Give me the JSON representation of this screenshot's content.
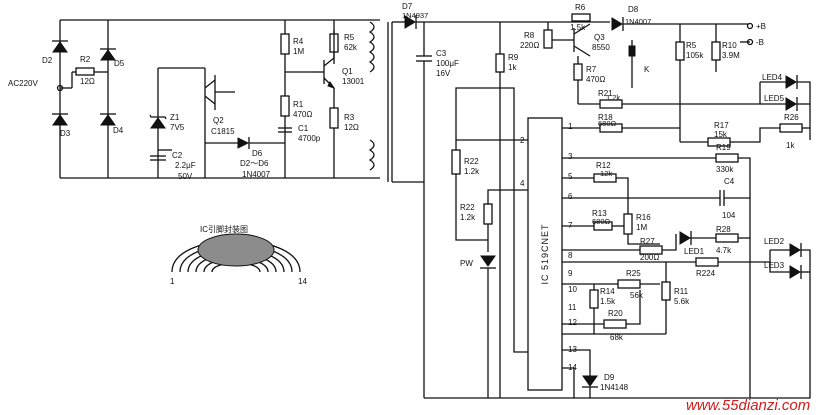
{
  "input": {
    "label": "AC220V"
  },
  "bridge": {
    "d2": "D2",
    "d3": "D3",
    "d4": "D4",
    "d5": "D5"
  },
  "r2": {
    "name": "R2",
    "value": "12Ω"
  },
  "z1": {
    "name": "Z1",
    "value": "7V5"
  },
  "c2": {
    "name": "C2",
    "value": "2.2μF",
    "voltage": "50V"
  },
  "q2": {
    "name": "Q2",
    "part": "C1815"
  },
  "d6": {
    "name": "D6",
    "range": "D2～D6",
    "part": "1N4007"
  },
  "r4": {
    "name": "R4",
    "value": "1M"
  },
  "r1": {
    "name": "R1",
    "value": "470Ω"
  },
  "c1": {
    "name": "C1",
    "value": "4700p"
  },
  "r5": {
    "name": "R5",
    "value": "62k"
  },
  "q1": {
    "name": "Q1",
    "part": "13001"
  },
  "r3": {
    "name": "R3",
    "value": "12Ω"
  },
  "d7": {
    "name": "D7",
    "part": "1N4937"
  },
  "c3": {
    "name": "C3",
    "value": "100μF",
    "voltage": "16V"
  },
  "r6": {
    "name": "R6",
    "value": "1.5k"
  },
  "r8": {
    "name": "R8",
    "value": "220Ω"
  },
  "q3": {
    "name": "Q3",
    "part": "8550"
  },
  "r7": {
    "name": "R7",
    "value": "470Ω"
  },
  "d8": {
    "name": "D8",
    "part": "1N4007"
  },
  "k": {
    "name": "K"
  },
  "out_pos": {
    "label": "+B"
  },
  "out_neg": {
    "label": "-B"
  },
  "r9": {
    "name": "R9",
    "value": "1k"
  },
  "r5b": {
    "name": "R5",
    "value": "105k"
  },
  "r10": {
    "name": "R10",
    "value": "3.9M"
  },
  "r21": {
    "name": "R21",
    "value": "1.2k"
  },
  "r18": {
    "name": "R18",
    "value": "680Ω"
  },
  "led4": {
    "name": "LED4"
  },
  "led5": {
    "name": "LED5"
  },
  "r17": {
    "name": "R17",
    "value": "15k"
  },
  "r26": {
    "name": "R26",
    "value": "1k"
  },
  "r19": {
    "name": "R19",
    "value": "330k"
  },
  "r22": {
    "name": "R22",
    "value": "1.2k"
  },
  "r23": {
    "name": "R22",
    "value": "1.2k"
  },
  "r12": {
    "name": "R12",
    "value": "12k"
  },
  "c4": {
    "name": "C4",
    "value": "104"
  },
  "r13": {
    "name": "R13",
    "value": "680Ω"
  },
  "r16": {
    "name": "R16",
    "value": "1M"
  },
  "r27": {
    "name": "R27",
    "value": "200Ω"
  },
  "led1": {
    "name": "LED1"
  },
  "r28": {
    "name": "R28",
    "value": "4.7k"
  },
  "r224": {
    "name": "R224"
  },
  "led2": {
    "name": "LED2"
  },
  "led3": {
    "name": "LED3"
  },
  "pw": {
    "name": "PW"
  },
  "r25": {
    "name": "R25",
    "value": "56k"
  },
  "r14": {
    "name": "R14",
    "value": "1.5k"
  },
  "r11": {
    "name": "R11",
    "value": "5.6k"
  },
  "r20": {
    "name": "R20",
    "value": "68k"
  },
  "d9": {
    "name": "D9",
    "part": "1N4148"
  },
  "ic": {
    "label": "IC  519CNET",
    "pins": [
      "1",
      "2",
      "3",
      "4",
      "5",
      "6",
      "7",
      "8",
      "9",
      "10",
      "11",
      "12",
      "13",
      "14"
    ]
  },
  "pinout": {
    "title": "IC引脚封装图",
    "pin_first": "1",
    "pin_last": "14"
  },
  "watermark": "www.55dianzi.com"
}
